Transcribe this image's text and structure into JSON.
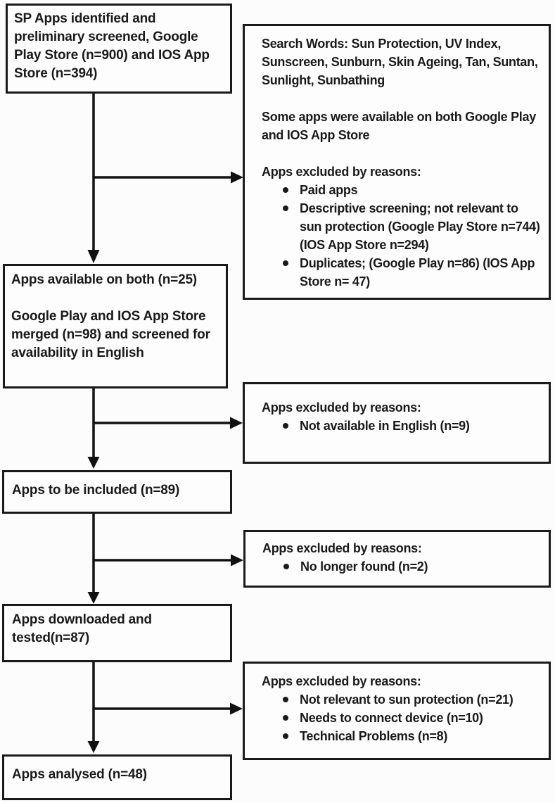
{
  "flow": {
    "left_boxes": [
      {
        "text": "SP Apps identified and preliminary screened, Google Play Store (n=900) and IOS App Store (n=394)"
      },
      {
        "para1": "Apps available on both (n=25)",
        "para2": "Google Play and IOS App Store merged (n=98) and screened for availability in English"
      },
      {
        "text": "Apps to be included (n=89)"
      },
      {
        "text": "Apps downloaded and tested(n=87)"
      },
      {
        "text": "Apps analysed (n=48)"
      }
    ],
    "right_boxes": [
      {
        "search_label": "Search Words:",
        "search_terms": "Sun Protection, UV Index, Sunscreen, Sunburn, Skin Ageing, Tan, Suntan, Sunlight, Sunbathing",
        "note": "Some apps were available on both Google Play and IOS App Store",
        "heading": "Apps excluded by reasons:",
        "bullets": [
          "Paid apps",
          "Descriptive screening; not relevant to sun protection (Google Play Store n=744) (IOS App Store n=294)",
          "Duplicates; (Google Play n=86) (IOS App Store n= 47)"
        ]
      },
      {
        "heading": "Apps excluded by reasons:",
        "bullets": [
          "Not available in English (n=9)"
        ]
      },
      {
        "heading": "Apps excluded by reasons:",
        "bullets": [
          "No longer found (n=2)"
        ]
      },
      {
        "heading": "Apps excluded by reasons:",
        "bullets": [
          "Not relevant to sun protection (n=21)",
          "Needs to connect device (n=10)",
          "Technical Problems (n=8)"
        ]
      }
    ],
    "colors": {
      "border": "#1a1a1a",
      "text": "#1a1a1a",
      "arrow": "#111111",
      "background": "#fcfcfc",
      "box_background": "#fdfdfd"
    }
  }
}
